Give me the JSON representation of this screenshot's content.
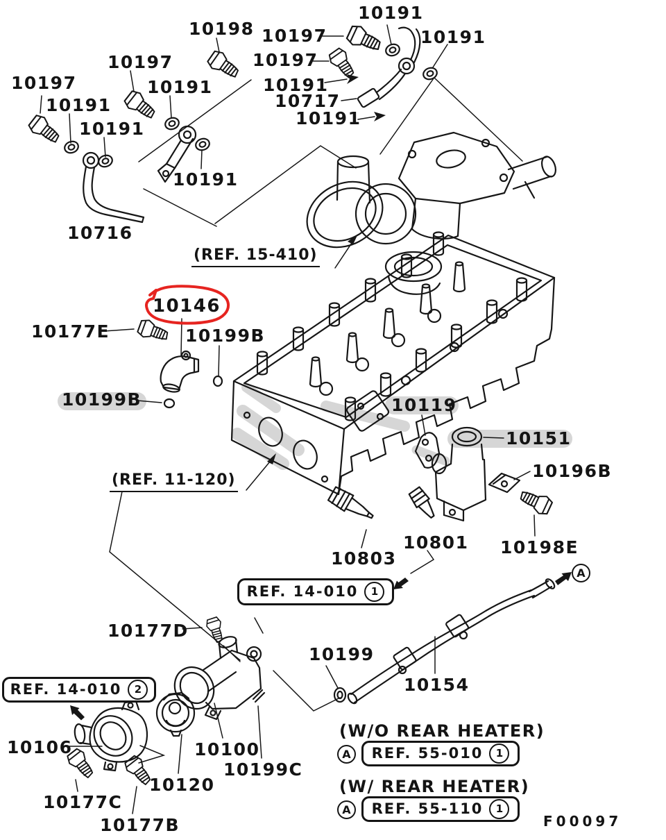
{
  "diagram": {
    "figure_code": "F00097",
    "red_circled_part": "10146",
    "colors": {
      "line": "#161616",
      "red_circle": "#e62420",
      "grey_highlight": "#cccccc"
    },
    "part_labels": {
      "l10197_a": "10197",
      "l10197_b": "10197",
      "l10197_c": "10197",
      "l10197_d": "10197",
      "l10191_a": "10191",
      "l10191_b": "10191",
      "l10191_c": "10191",
      "l10191_d": "10191",
      "l10191_e": "10191",
      "l10191_f": "10191",
      "l10191_g": "10191",
      "l10191_h": "10191",
      "l10198": "10198",
      "l10716": "10716",
      "l10717": "10717",
      "l10146": "10146",
      "l10177e": "10177E",
      "l10199b_a": "10199B",
      "l10199b_b": "10199B",
      "l10119": "10119",
      "l10151": "10151",
      "l10196b": "10196B",
      "l10803": "10803",
      "l10801": "10801",
      "l10198e": "10198E",
      "l10177d": "10177D",
      "l10106": "10106",
      "l10177c": "10177C",
      "l10177b": "10177B",
      "l10120": "10120",
      "l10100": "10100",
      "l10199c": "10199C",
      "l10199": "10199",
      "l10154": "10154"
    },
    "references": {
      "turbo": "(REF. 15-410)",
      "head": "(REF. 11-120)",
      "r14010": "REF. 14-010",
      "r55010": "REF. 55-010",
      "r55110": "REF. 55-110",
      "badge1": "1",
      "badge2": "2",
      "badgeA": "A"
    },
    "notes": {
      "without_rear_heater": "(W/O REAR HEATER)",
      "with_rear_heater": "(W/ REAR HEATER)"
    }
  }
}
